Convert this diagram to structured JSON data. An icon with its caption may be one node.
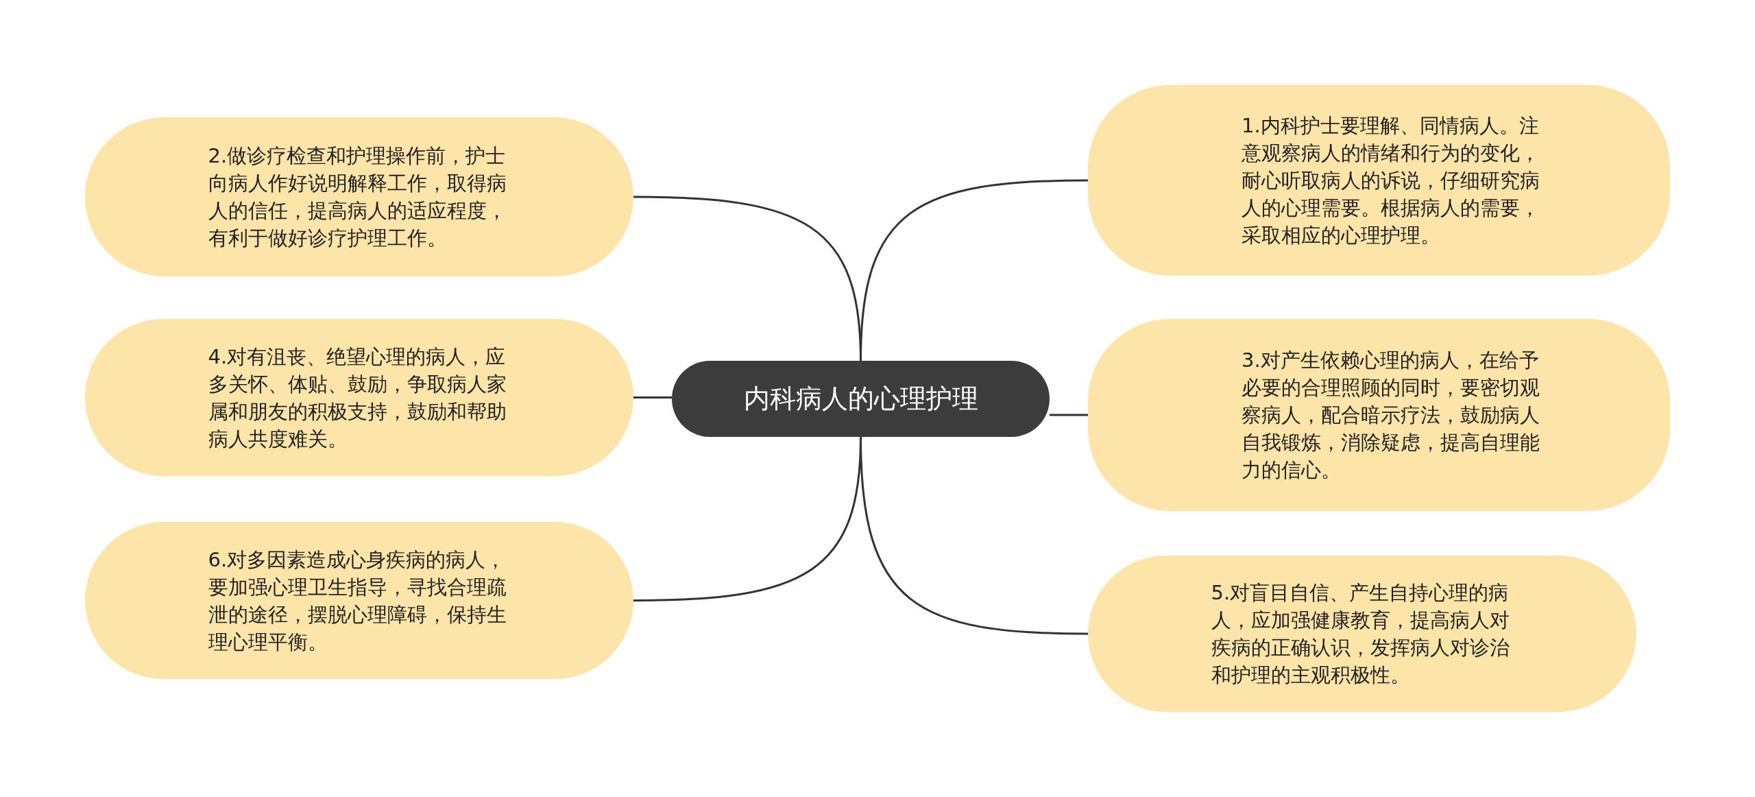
{
  "diagram": {
    "nodes": [
      {
        "text": [
          "内科病人的心理护理"
        ]
      },
      {
        "text": [
          "1.内科护士要理解、同情病人。注意观察病人的情绪和行为的变化，耐心听取病人的诉说，仔细研究病人的心理需要。根据病人的需要，采取相应的心理护理。"
        ]
      },
      {
        "text": [
          "2.做诊疗检查和护理操作前，护士向病人作好说明解释工作，取得病人的信任，提高病人的适应程度，有利于做好诊疗护理工作。"
        ]
      },
      {
        "text": [
          "3.对产生依赖心理的病人，在给予必要的合理照顾的同时，要密切观察病人，配合暗示疗法，鼓励病人自我锻炼，消除疑虑，提高自理能力的信心。"
        ]
      },
      {
        "text": [
          "4.对有沮丧、绝望心理的病人，应多关怀、体贴、鼓励，争取病人家属和朋友的积极支持，鼓励和帮助病人共度难关。"
        ]
      },
      {
        "text": [
          "5.对盲目自信、产生自持心理的病人，应加强健康教育，提高病人对疾病的正确认识，发挥病人对诊治和护理的主观积极性。"
        ]
      },
      {
        "text": [
          "6.对多因素造成心身疾病的病人，要加强心理卫生指导，寻找合理疏泄的途径，摆脱心理障碍，保持生理心理平衡。"
        ]
      }
    ],
    "edges": [
      {
        "from": 0,
        "to": 1,
        "arrow": "none"
      },
      {
        "from": 0,
        "to": 2,
        "arrow": "none"
      },
      {
        "from": 0,
        "to": 3,
        "arrow": "none"
      },
      {
        "from": 0,
        "to": 4,
        "arrow": "none"
      },
      {
        "from": 0,
        "to": 5,
        "arrow": "none"
      },
      {
        "from": 0,
        "to": 6,
        "arrow": "none"
      }
    ]
  }
}
